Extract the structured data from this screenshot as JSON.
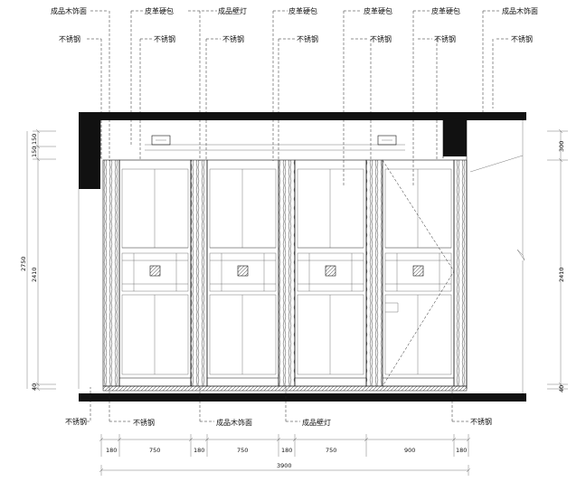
{
  "labels_top_row1": [
    "成品木饰面",
    "皮革硬包",
    "成品壁灯",
    "皮革硬包",
    "皮革硬包",
    "皮革硬包",
    "成品木饰面"
  ],
  "labels_top_row2": [
    "不锈钢",
    "不锈钢",
    "不锈钢",
    "不锈钢",
    "不锈钢",
    "不锈钢",
    "不锈钢"
  ],
  "labels_bottom": [
    "不锈钢",
    "不锈钢",
    "成品木饰面",
    "成品壁灯",
    "不锈钢"
  ],
  "dims_bottom": [
    "180",
    "750",
    "180",
    "750",
    "180",
    "750",
    "900",
    "180"
  ],
  "dim_total": "3900",
  "dims_left": [
    "150",
    "150",
    "2750",
    "2410",
    "40"
  ],
  "dims_right": [
    "300",
    "2410",
    "40"
  ]
}
